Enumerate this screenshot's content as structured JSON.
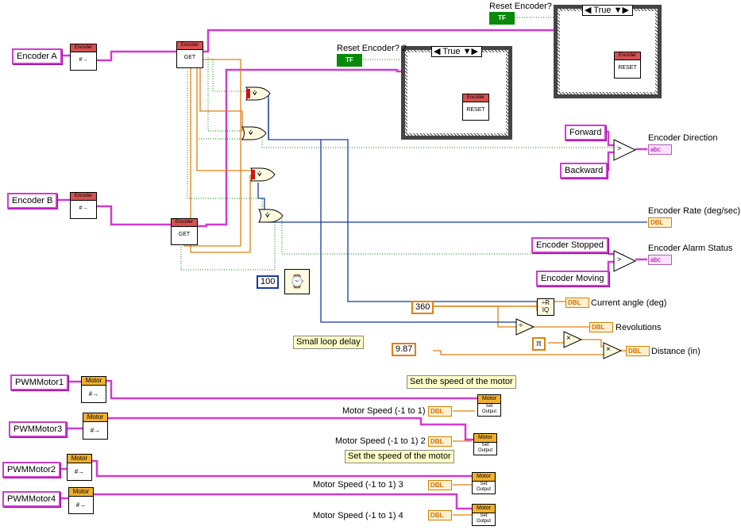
{
  "controls": {
    "encoder_a": "Encoder A",
    "encoder_b": "Encoder B",
    "pwm_motor1": "PWMMotor1",
    "pwm_motor3": "PWMMotor3",
    "pwm_motor2": "PWMMotor2",
    "pwm_motor4": "PWMMotor4",
    "forward": "Forward",
    "backward": "Backward",
    "encoder_stopped": "Encoder Stopped",
    "encoder_moving": "Encoder Moving"
  },
  "labels": {
    "reset_encoder": "Reset Encoder?",
    "reset_encoder_2": "Reset Encoder? 2",
    "encoder_direction": "Encoder Direction",
    "encoder_rate": "Encoder Rate (deg/sec)",
    "encoder_alarm_status": "Encoder Alarm Status",
    "current_angle": "Current angle (deg)",
    "revolutions": "Revolutions",
    "distance": "Distance (in)",
    "motor_speed_1": "Motor Speed (-1 to 1)",
    "motor_speed_2": "Motor Speed (-1 to 1) 2",
    "motor_speed_3": "Motor Speed (-1 to 1) 3",
    "motor_speed_4": "Motor Speed (-1 to 1) 4"
  },
  "notes": {
    "small_loop_delay": "Small loop delay",
    "set_speed_1": "Set the speed of the motor",
    "set_speed_2": "Set the speed of the motor"
  },
  "constants": {
    "delay_ms": "100",
    "deg_per_rev": "360",
    "wheel_circ": "9.87",
    "pi": "π"
  },
  "case_structures": {
    "case1_selector": "True",
    "case2_selector": "True"
  },
  "vi_text": {
    "encoder": "Encoder",
    "get": "GET",
    "reset": "RESET",
    "motor": "Motor",
    "set_output": "Set Output",
    "tf": "TF",
    "abc": "abc",
    "dbl": "DBL",
    "ref_glyph": "#→"
  },
  "colors": {
    "refnum_wire": "#d23bd2",
    "numeric_wire": "#e08010",
    "integer_wire": "#1838a8",
    "boolean_wire": "#0a8a0a",
    "encoder_header": "#d85050",
    "motor_header": "#f0b030"
  }
}
